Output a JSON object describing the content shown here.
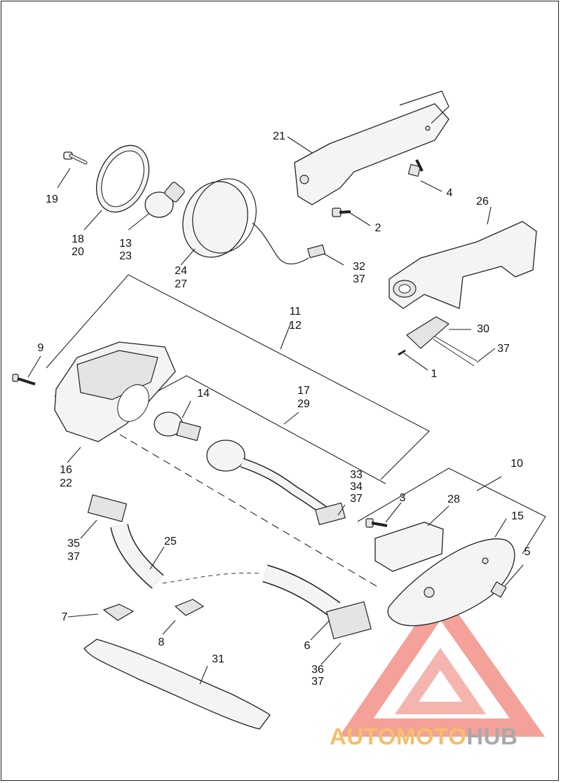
{
  "watermark": {
    "part1": "AUTOMOTO",
    "part2": "HUB",
    "color_primary": "#f4bf6a",
    "color_secondary": "#a9a9a9",
    "logo_color": "#e74c3c"
  },
  "callouts": {
    "c1": "1",
    "c2": "2",
    "c3": "3",
    "c4": "4",
    "c5": "5",
    "c6": "6",
    "c7": "7",
    "c8": "8",
    "c9": "9",
    "c10": "10",
    "c11": "11",
    "c12": "12",
    "c13": "13",
    "c14": "14",
    "c15": "15",
    "c16": "16",
    "c17": "17",
    "c18": "18",
    "c19": "19",
    "c20": "20",
    "c21": "21",
    "c22": "22",
    "c23": "23",
    "c24": "24",
    "c25": "25",
    "c26": "26",
    "c27": "27",
    "c28": "28",
    "c29": "29",
    "c30": "30",
    "c31": "31",
    "c32": "32",
    "c33": "33",
    "c34": "34",
    "c35": "35",
    "c36": "36",
    "c37": "37"
  }
}
